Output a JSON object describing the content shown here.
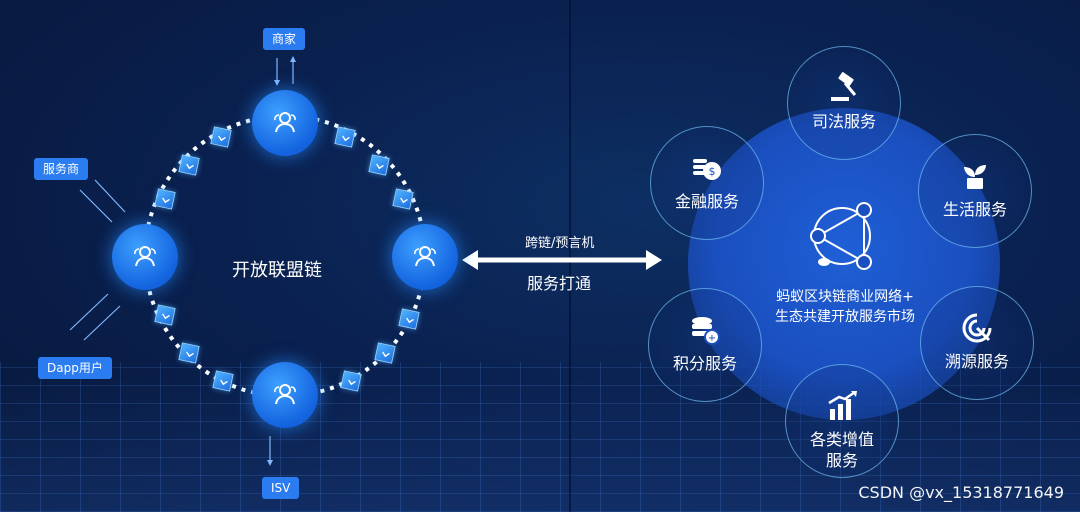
{
  "left": {
    "chain_title": "开放联盟链",
    "tags": {
      "merchant": "商家",
      "provider": "服务商",
      "dapp_user": "Dapp用户",
      "isv": "ISV"
    }
  },
  "bridge": {
    "label": "跨链/预言机",
    "sub": "服务打通"
  },
  "right": {
    "center_line1": "蚂蚁区块链商业网络+",
    "center_line2": "生态共建开放服务市场",
    "services": {
      "judicial": "司法服务",
      "finance": "金融服务",
      "life": "生活服务",
      "points": "积分服务",
      "trace": "溯源服务",
      "valueadd_line1": "各类增值",
      "valueadd_line2": "服务"
    }
  },
  "watermark": "CSDN @vx_15318771649",
  "colors": {
    "background": "#0a2150",
    "node_blue": "#1e78f0",
    "tag_blue": "#2a7cf0",
    "ring_outline": "#78c8ff"
  }
}
